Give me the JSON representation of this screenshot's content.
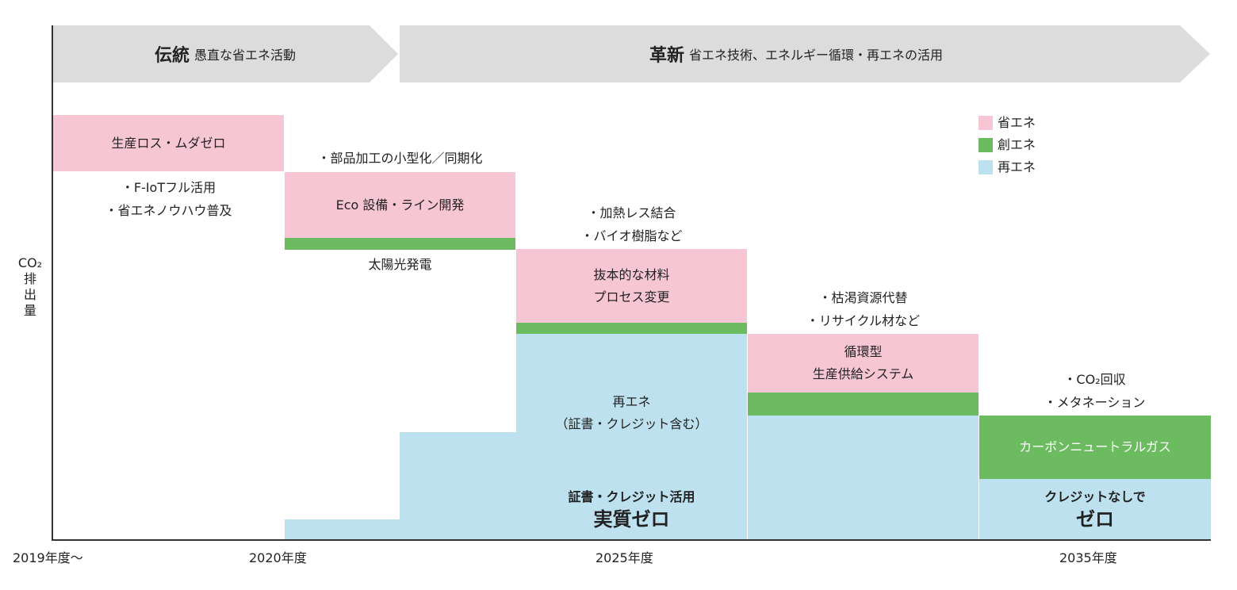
{
  "colors": {
    "energy_saving": "#f7c6d4",
    "energy_creation": "#6cbb60",
    "renewable": "#bde1ee",
    "phase_arrow": "#dcdcdc"
  },
  "phases": [
    {
      "title": "伝統",
      "subtitle": "愚直な省エネ活動"
    },
    {
      "title": "革新",
      "subtitle": "省エネ技術、エネルギー循環・再エネの活用"
    }
  ],
  "y_axis": {
    "label_lines": [
      "CO₂",
      "排",
      "出",
      "量"
    ]
  },
  "x_axis": {
    "ticks": [
      "2019年度～",
      "2020年度",
      "2025年度",
      "2035年度"
    ]
  },
  "legend": [
    {
      "label": "省エネ",
      "color": "#f7c6d4"
    },
    {
      "label": "創エネ",
      "color": "#6cbb60"
    },
    {
      "label": "再エネ",
      "color": "#bde1ee"
    }
  ],
  "blocks": {
    "s1_pink": "生産ロス・ムダゼロ",
    "s2_pink": "Eco 設備・ライン開発",
    "s2_green_note": "太陽光発電",
    "s3_pink": [
      "抜本的な材料",
      "プロセス変更"
    ],
    "s3_blue": [
      "再エネ",
      "（証書・クレジット含む）"
    ],
    "s3_bottom_small": "証書・クレジット活用",
    "s3_bottom_big": "実質ゼロ",
    "s4_pink": [
      "循環型",
      "生産供給システム"
    ],
    "s5_green": "カーボンニュートラルガス",
    "s5_bottom_small": "クレジットなしで",
    "s5_bottom_big": "ゼロ"
  },
  "bullets": {
    "s1": [
      "・F-IoTフル活用",
      "・省エネノウハウ普及"
    ],
    "s2": [
      "・部品加工の小型化／同期化"
    ],
    "s3": [
      "・加熱レス結合",
      "・バイオ樹脂など"
    ],
    "s4": [
      "・枯渇資源代替",
      "・リサイクル材など"
    ],
    "s5": [
      "・CO₂回収",
      "・メタネーション"
    ]
  }
}
